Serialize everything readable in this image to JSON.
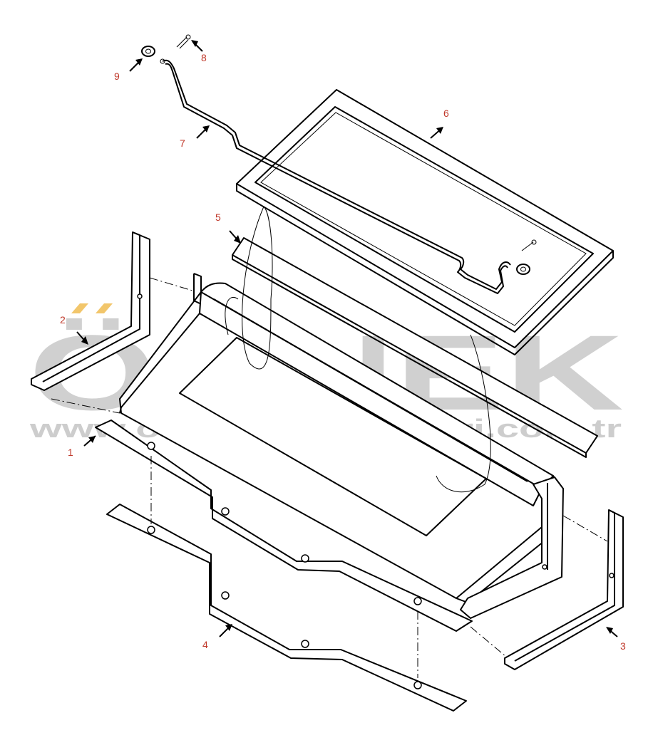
{
  "watermark": {
    "brand": "ÖRNEK",
    "url": "www.ornekismakinalari.com.tr",
    "color": "#c8c8c8",
    "accent": "#f2c66b"
  },
  "callouts": [
    {
      "id": "1",
      "label": "1",
      "color": "#c0392b"
    },
    {
      "id": "2",
      "label": "2",
      "color": "#c0392b"
    },
    {
      "id": "3",
      "label": "3",
      "color": "#c0392b"
    },
    {
      "id": "4",
      "label": "4",
      "color": "#c0392b"
    },
    {
      "id": "5",
      "label": "5",
      "color": "#c0392b"
    },
    {
      "id": "6",
      "label": "6",
      "color": "#c0392b"
    },
    {
      "id": "7",
      "label": "7",
      "color": "#c0392b"
    },
    {
      "id": "8",
      "label": "8",
      "color": "#c0392b"
    },
    {
      "id": "9",
      "label": "9",
      "color": "#c0392b"
    }
  ]
}
